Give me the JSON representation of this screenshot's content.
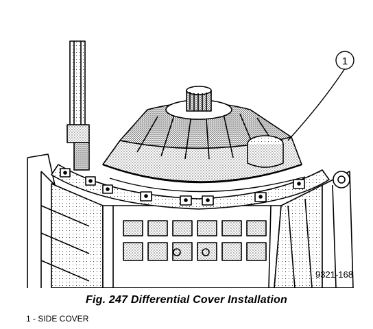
{
  "figure": {
    "caption": "Fig. 247 Differential Cover Installation",
    "figure_id": "9321-168"
  },
  "callouts": [
    {
      "number": "1",
      "label": "SIDE COVER"
    }
  ],
  "legend": {
    "entry_1": "1 - SIDE COVER"
  }
}
